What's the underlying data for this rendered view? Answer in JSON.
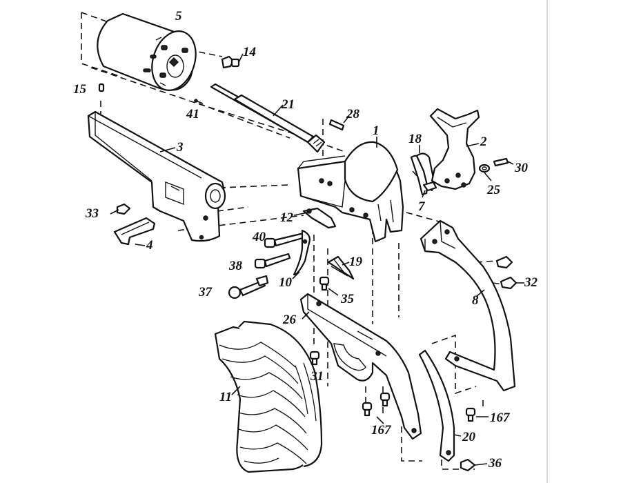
{
  "diagram": {
    "line_color": "#111111",
    "background": "#ffffff",
    "callouts": [
      {
        "id": "c1",
        "label": "1"
      },
      {
        "id": "c2",
        "label": "2"
      },
      {
        "id": "c3",
        "label": "3"
      },
      {
        "id": "c4",
        "label": "4"
      },
      {
        "id": "c5",
        "label": "5"
      },
      {
        "id": "c7",
        "label": "7"
      },
      {
        "id": "c8",
        "label": "8"
      },
      {
        "id": "c10",
        "label": "10"
      },
      {
        "id": "c11",
        "label": "11"
      },
      {
        "id": "c12",
        "label": "12"
      },
      {
        "id": "c14",
        "label": "14"
      },
      {
        "id": "c15",
        "label": "15"
      },
      {
        "id": "c18",
        "label": "18"
      },
      {
        "id": "c19",
        "label": "19"
      },
      {
        "id": "c20",
        "label": "20"
      },
      {
        "id": "c21",
        "label": "21"
      },
      {
        "id": "c25",
        "label": "25"
      },
      {
        "id": "c26",
        "label": "26"
      },
      {
        "id": "c28",
        "label": "28"
      },
      {
        "id": "c30",
        "label": "30"
      },
      {
        "id": "c31",
        "label": "31"
      },
      {
        "id": "c32",
        "label": "32"
      },
      {
        "id": "c33",
        "label": "33"
      },
      {
        "id": "c35",
        "label": "35"
      },
      {
        "id": "c36",
        "label": "36"
      },
      {
        "id": "c37",
        "label": "37"
      },
      {
        "id": "c38",
        "label": "38"
      },
      {
        "id": "c40",
        "label": "40"
      },
      {
        "id": "c41",
        "label": "41"
      },
      {
        "id": "c167a",
        "label": "167"
      },
      {
        "id": "c167b",
        "label": "167"
      }
    ]
  }
}
